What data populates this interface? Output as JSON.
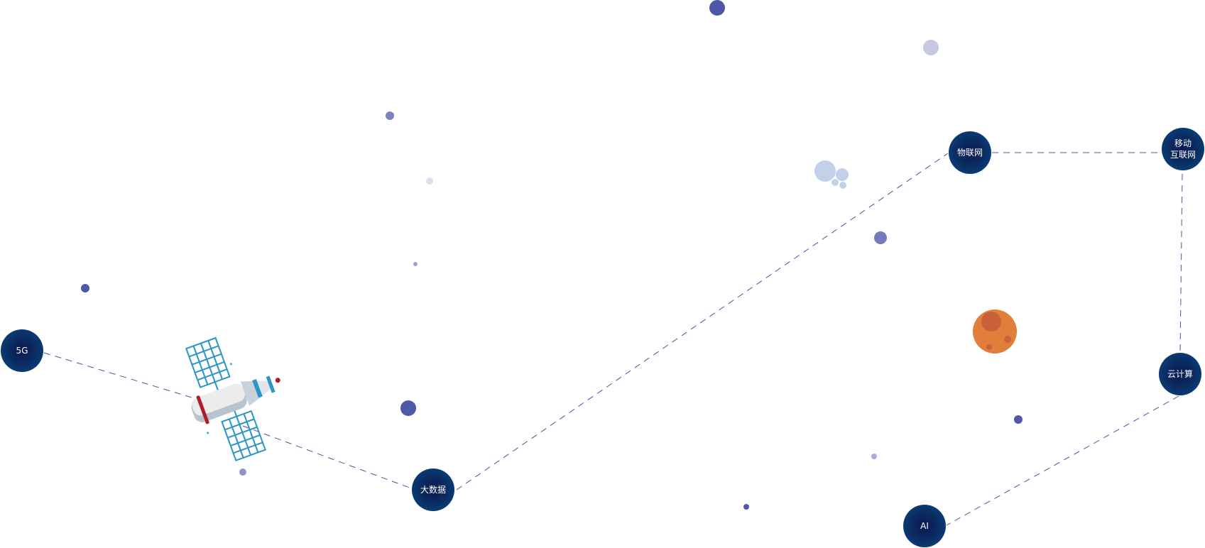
{
  "diagram": {
    "nodes": [
      {
        "id": "5g",
        "label": "5G"
      },
      {
        "id": "bigdata",
        "label": "大数据"
      },
      {
        "id": "iot",
        "label": "物联网"
      },
      {
        "id": "mobile",
        "label": "移动\n互联网"
      },
      {
        "id": "cloud",
        "label": "云计算"
      },
      {
        "id": "ai",
        "label": "AI"
      }
    ],
    "edges": [
      {
        "from": "5g",
        "to": "bigdata",
        "style": "dashed"
      },
      {
        "from": "bigdata",
        "to": "iot",
        "style": "dashed"
      },
      {
        "from": "iot",
        "to": "mobile",
        "style": "dashed"
      },
      {
        "from": "mobile",
        "to": "cloud",
        "style": "dashed"
      },
      {
        "from": "cloud",
        "to": "ai",
        "style": "dashed"
      }
    ]
  },
  "decorations": {
    "icons": [
      "satellite-icon",
      "planet-icon",
      "bubble-cluster-icon",
      "star-dot-icon"
    ]
  },
  "colors": {
    "node_inner": "#0b1a4e",
    "node_outer": "#0b4b86",
    "node_text": "#ffffff",
    "edge": "#4a55a2",
    "dot_dark": "#4f58a6",
    "dot_light": "#c5c9e2",
    "planet": "#e07f3c",
    "planet_crater": "#c8623a",
    "satellite_panel": "#2b95c3",
    "satellite_stripe": "#b01c2e"
  }
}
